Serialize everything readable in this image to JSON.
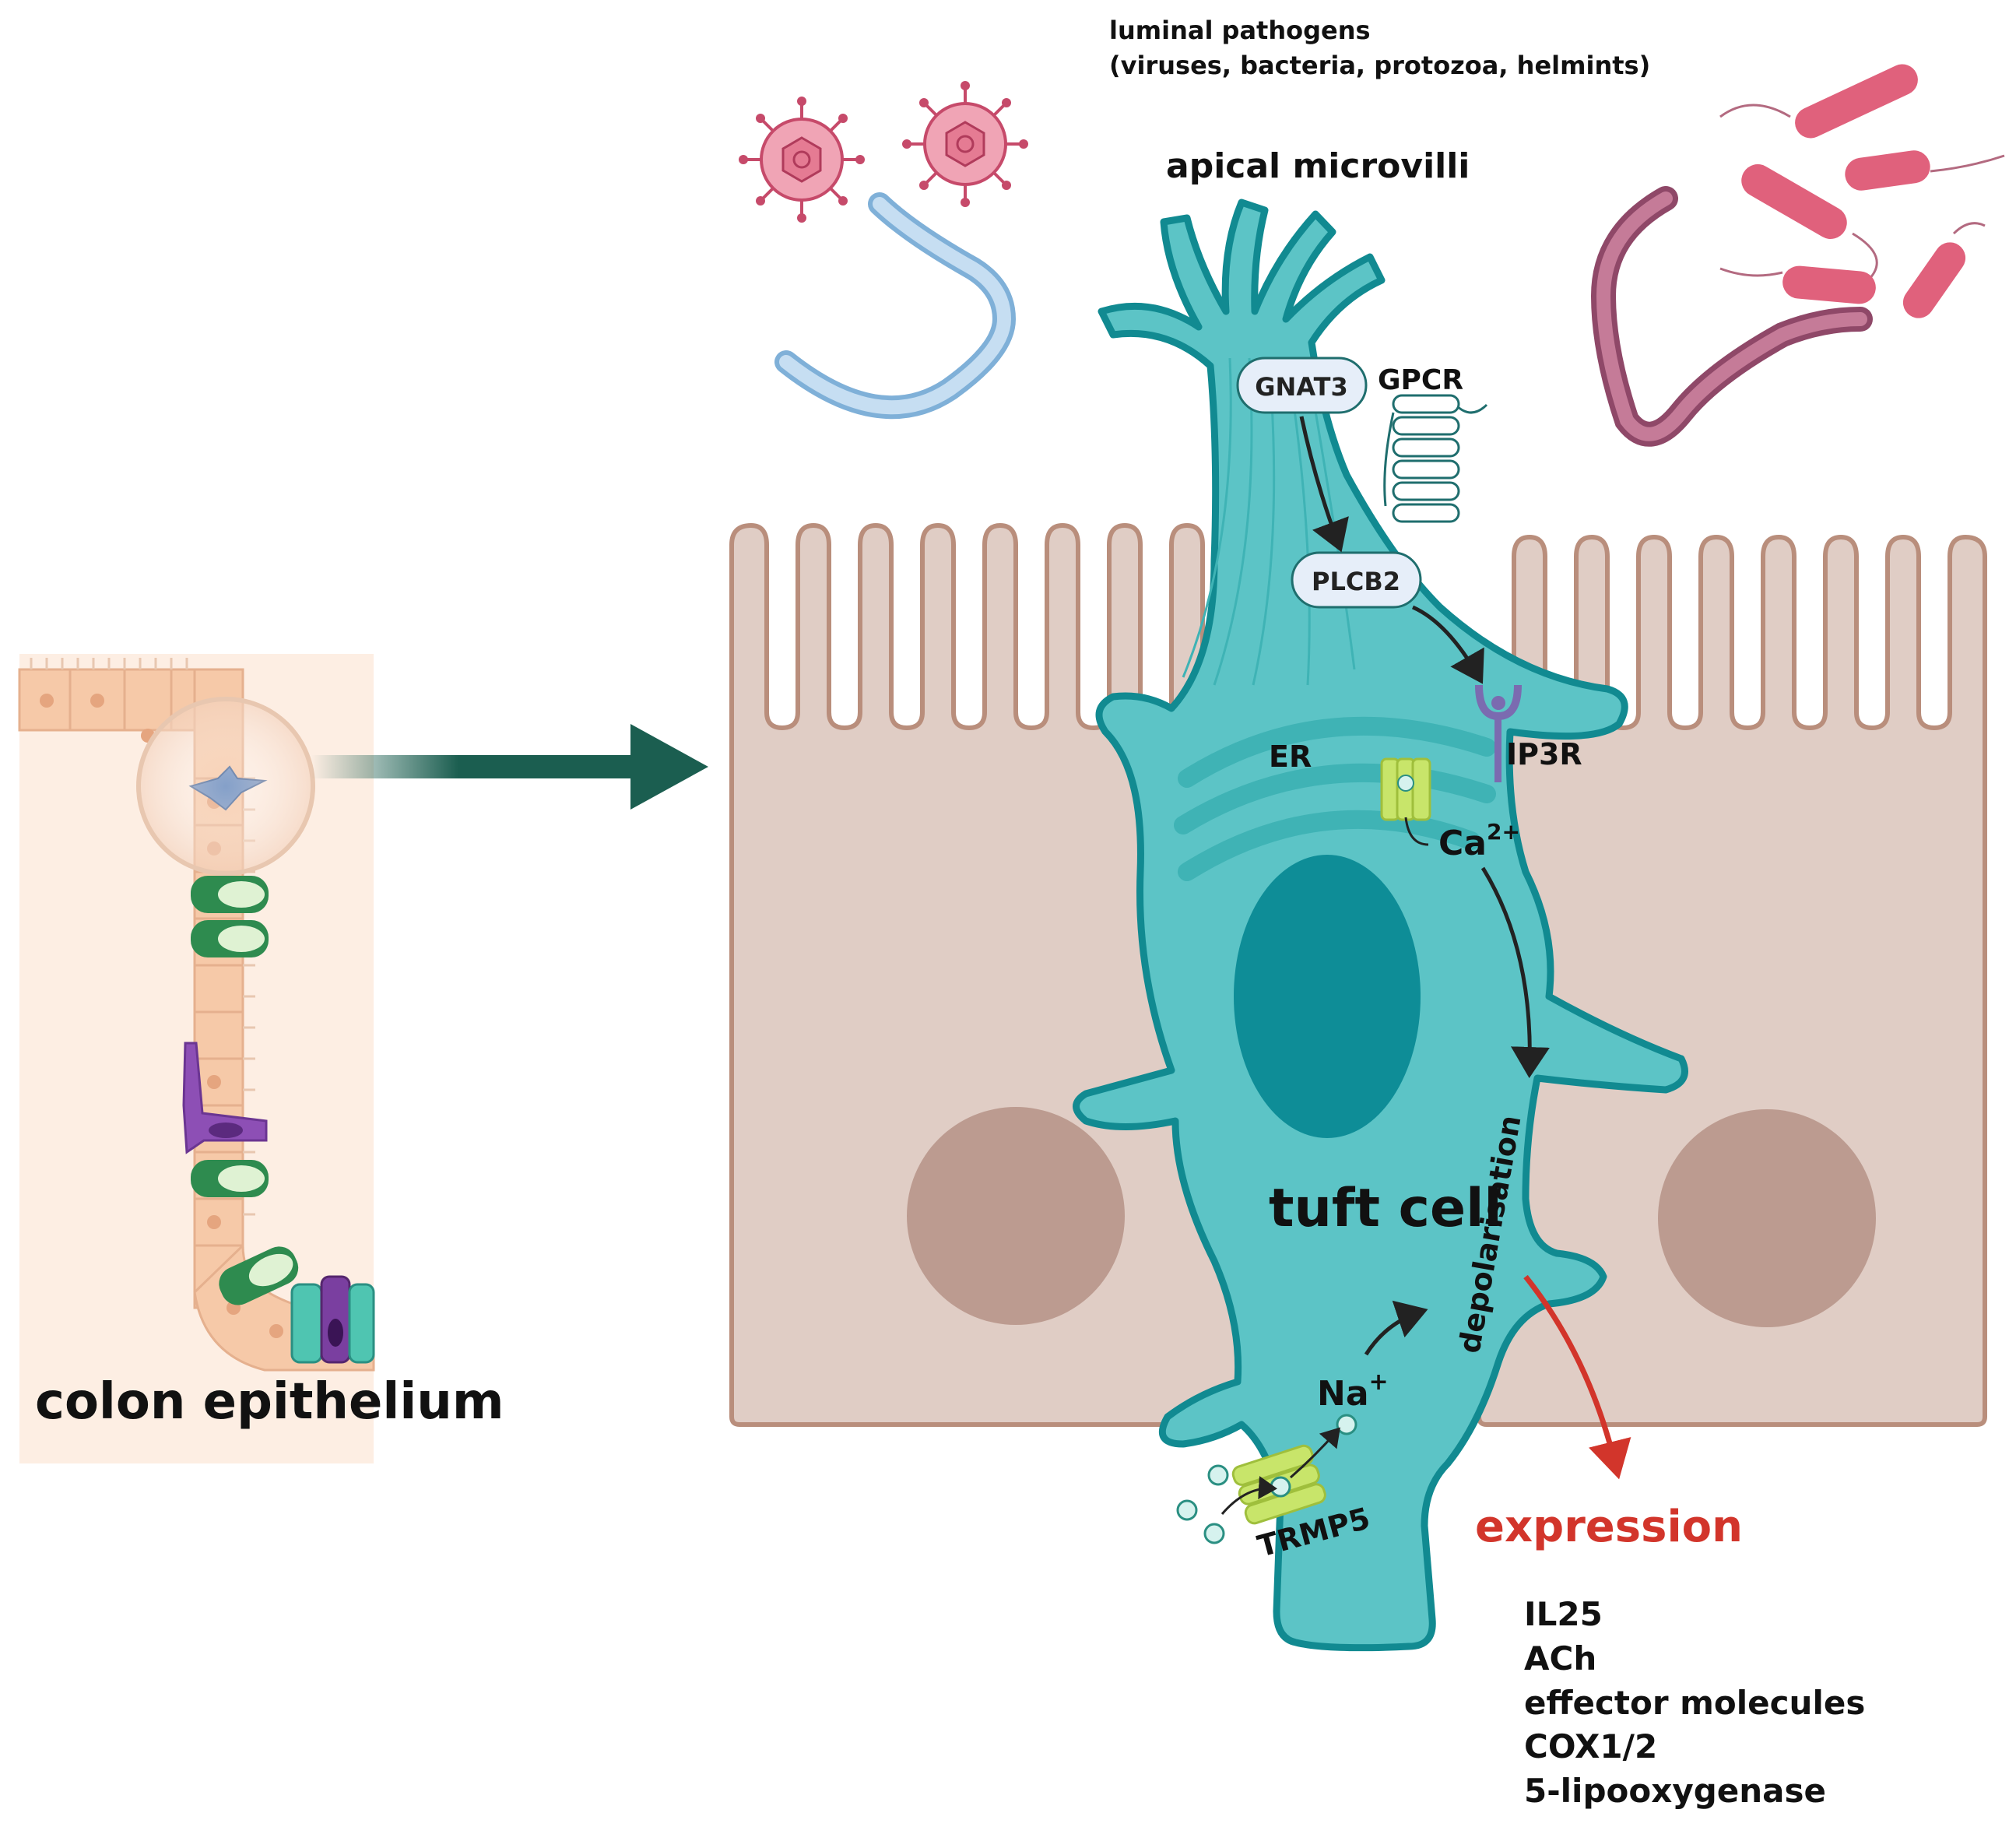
{
  "labels": {
    "pathogens_line1": "luminal pathogens",
    "pathogens_line2": "(viruses, bacteria, protozoa, helmints)",
    "microvilli": "apical microvilli",
    "gnat3": "GNAT3",
    "gpcr": "GPCR",
    "plcb2": "PLCB2",
    "er": "ER",
    "ip3r": "IP3R",
    "ca": "Ca",
    "ca_sup": "2+",
    "tuft_cell": "tuft cell",
    "depolarisation": "depolarisation",
    "na": "Na",
    "na_sup": "+",
    "trmp5": "TRMP5",
    "colon": "colon epithelium",
    "expression": "expression"
  },
  "expression_products": [
    "IL25",
    "ACh",
    "effector molecules",
    "COX1/2",
    "5-lipooxygenase"
  ],
  "colors": {
    "tuft_fill": "#5cc4c6",
    "tuft_stroke": "#118a91",
    "nucleus": "#0e8d97",
    "er": "#3fb3b5",
    "enterocyte_fill": "#e0cdc5",
    "enterocyte_stroke": "#b98e7c",
    "enterocyte_nucleus": "#bc9b90",
    "colon_tissue": "#fbe5d4",
    "colon_cells": "#f6c9a8",
    "main_arrow": "#1b5e50",
    "expression": "#d2352b",
    "virus": "#d45c79",
    "bacteria": "#e0617c",
    "worm_blue": "#a8cce8",
    "worm_pink": "#b66a86",
    "goblet": "#2e8b4f",
    "enteroendocrine": "#8d4fb5",
    "channel": "#c8e56a"
  }
}
